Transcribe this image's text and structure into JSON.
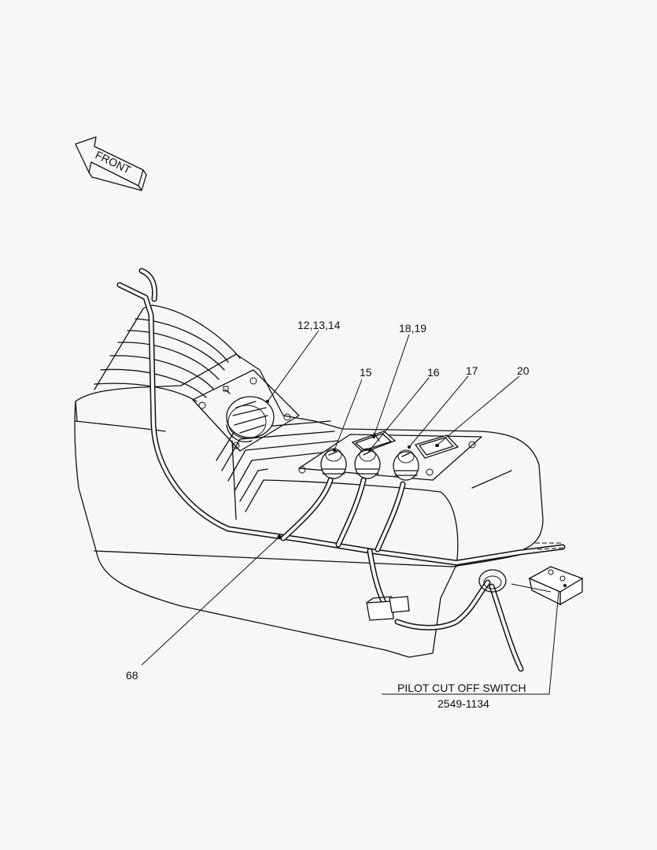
{
  "direction_arrow": {
    "label": "FRONT"
  },
  "callouts": [
    {
      "id": "c-12-13-14",
      "label": "12,13,14"
    },
    {
      "id": "c-18-19",
      "label": "18,19"
    },
    {
      "id": "c-15",
      "label": "15"
    },
    {
      "id": "c-16",
      "label": "16"
    },
    {
      "id": "c-17",
      "label": "17"
    },
    {
      "id": "c-20",
      "label": "20"
    },
    {
      "id": "c-68",
      "label": "68"
    }
  ],
  "note": {
    "title": "PILOT CUT OFF SWITCH",
    "part_number": "2549-1134"
  },
  "colors": {
    "line": "#111111",
    "background": "#f7f7f7"
  }
}
